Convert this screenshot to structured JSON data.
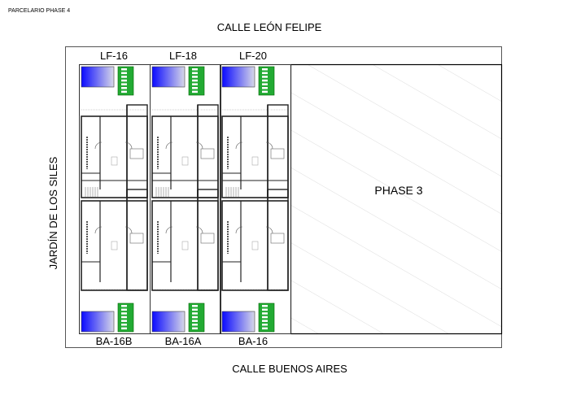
{
  "header": {
    "title": "PARCELARIO PHASE 4"
  },
  "streets": {
    "north": "CALLE LEÓN FELIPE",
    "south": "CALLE BUENOS AIRES",
    "west": "JARDÍN DE LOS SILES"
  },
  "phase3": {
    "label": "PHASE 3"
  },
  "lots_top": [
    {
      "label": "LF-16"
    },
    {
      "label": "LF-18"
    },
    {
      "label": "LF-20"
    }
  ],
  "lots_bottom": [
    {
      "label": "BA-16B"
    },
    {
      "label": "BA-16A"
    },
    {
      "label": "BA-16"
    }
  ],
  "colors": {
    "pool": "#1a1aff",
    "garden": "#22aa33",
    "hatch": "#c8c8c8"
  }
}
